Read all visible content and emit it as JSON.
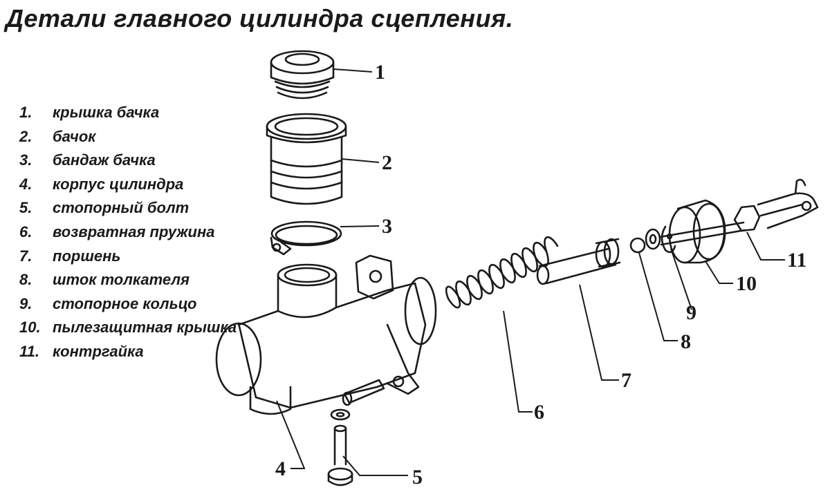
{
  "title": "Детали главного цилиндра сцепления.",
  "legend": [
    {
      "num": "1.",
      "text": "крышка бачка"
    },
    {
      "num": "2.",
      "text": "бачок"
    },
    {
      "num": "3.",
      "text": "бандаж бачка"
    },
    {
      "num": "4.",
      "text": "корпус цилиндра"
    },
    {
      "num": "5.",
      "text": "стопорный болт"
    },
    {
      "num": "6.",
      "text": "возвратная пружина"
    },
    {
      "num": "7.",
      "text": "поршень"
    },
    {
      "num": "8.",
      "text": "шток толкателя"
    },
    {
      "num": "9.",
      "text": "стопорное кольцо"
    },
    {
      "num": "10.",
      "text": "пылезащитная крышка"
    },
    {
      "num": "11.",
      "text": "контргайка"
    }
  ],
  "callouts": {
    "c1": "1",
    "c2": "2",
    "c3": "3",
    "c4": "4",
    "c5": "5",
    "c6": "6",
    "c7": "7",
    "c8": "8",
    "c9": "9",
    "c10": "10",
    "c11": "11"
  }
}
